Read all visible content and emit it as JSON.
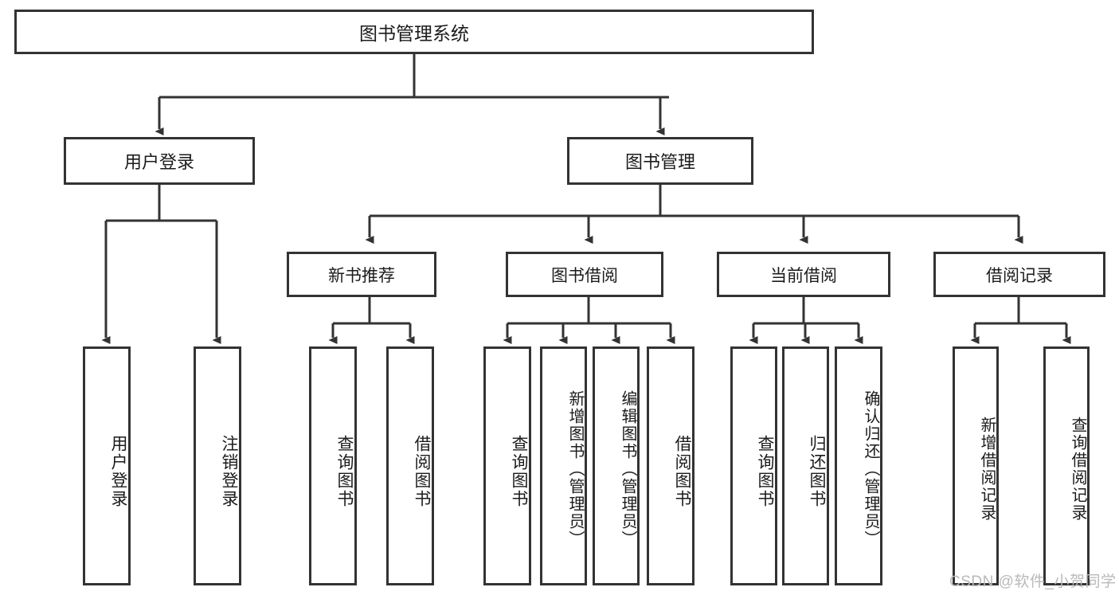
{
  "diagram": {
    "title": "图书管理系统",
    "background_color": "#ffffff",
    "line_color": "#333333",
    "text_color": "#1b1b1b",
    "root": {
      "label": "图书管理系统"
    },
    "level2": [
      {
        "label": "用户登录"
      },
      {
        "label": "图书管理"
      }
    ],
    "level3": [
      {
        "label": "新书推荐"
      },
      {
        "label": "图书借阅"
      },
      {
        "label": "当前借阅"
      },
      {
        "label": "借阅记录"
      }
    ],
    "leaves": {
      "user_login": [
        {
          "label": "用户登录"
        },
        {
          "label": "注销登录"
        }
      ],
      "new_book_recommend": [
        {
          "label": "查询图书"
        },
        {
          "label": "借阅图书"
        }
      ],
      "book_borrow": [
        {
          "label": "查询图书"
        },
        {
          "label": "新增图书（管理员）"
        },
        {
          "label": "编辑图书（管理员）"
        },
        {
          "label": "借阅图书"
        }
      ],
      "current_borrow": [
        {
          "label": "查询图书"
        },
        {
          "label": "归还图书"
        },
        {
          "label": "确认归还（管理员）"
        }
      ],
      "borrow_record": [
        {
          "label": "新增借阅记录"
        },
        {
          "label": "查询借阅记录"
        }
      ]
    }
  },
  "watermark": {
    "text": "CSDN @软件_小贺同学"
  }
}
